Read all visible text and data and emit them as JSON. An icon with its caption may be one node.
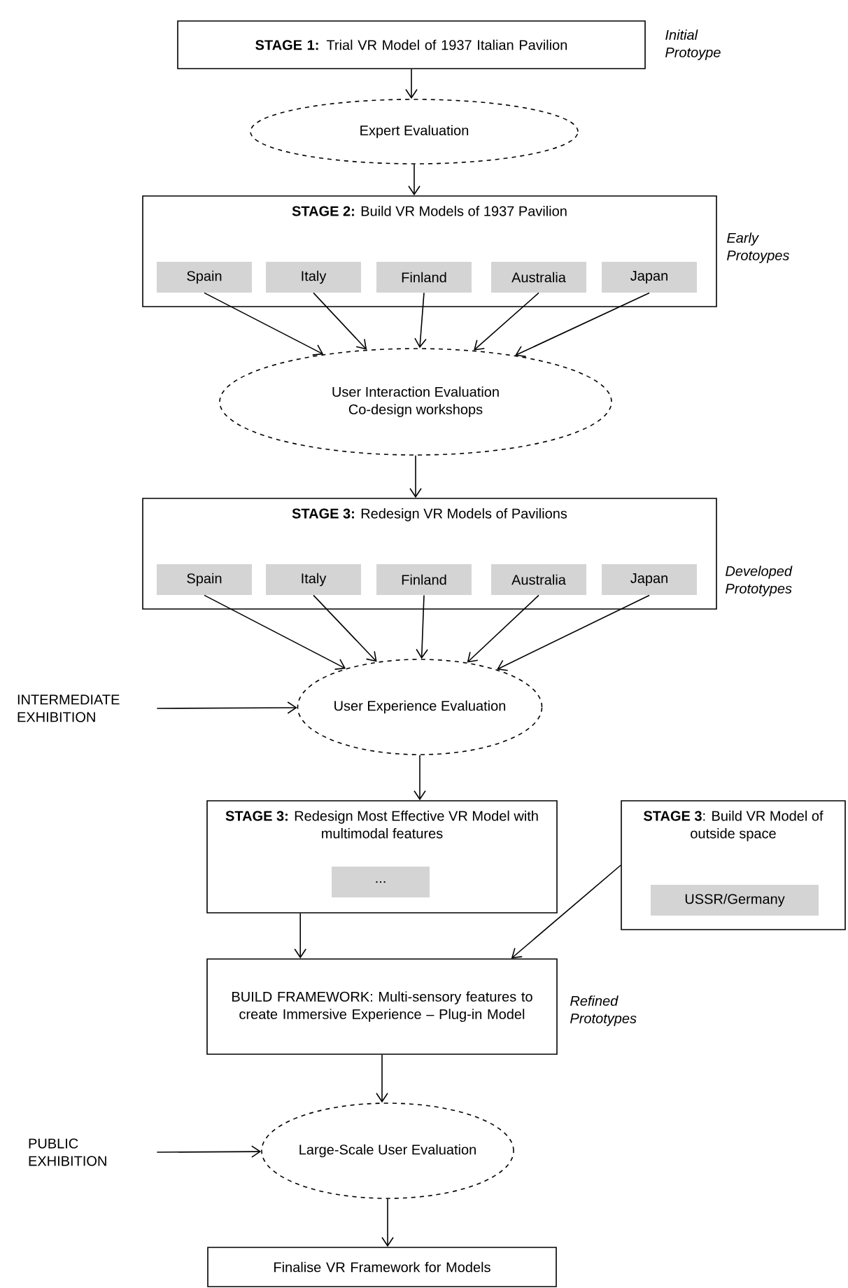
{
  "diagram": {
    "nodes": [
      {
        "text": [
          "**STAGE 1:** Trial VR Model of 1937 Italian Pavilion"
        ],
        "beside": [
          "Initial Protoype"
        ]
      },
      {
        "text": [
          "Expert Evaluation"
        ]
      },
      {
        "text": [
          "**STAGE 2:** Build VR Models of 1937 Pavilion"
        ],
        "beside": [
          "Early Protoypes"
        ]
      },
      {
        "text": [
          "Spain"
        ],
        "in": 2
      },
      {
        "text": [
          "Italy"
        ],
        "in": 2
      },
      {
        "text": [
          "Finland"
        ],
        "in": 2
      },
      {
        "text": [
          "Australia"
        ],
        "in": 2
      },
      {
        "text": [
          "Japan"
        ],
        "in": 2
      },
      {
        "text": [
          "User Interaction Evaluation",
          "Co-design workshops"
        ]
      },
      {
        "text": [
          "**STAGE 3:** Redesign VR Models of Pavilions"
        ],
        "beside": [
          "Developed Prototypes"
        ]
      },
      {
        "text": [
          "Spain"
        ],
        "in": 9
      },
      {
        "text": [
          "Italy"
        ],
        "in": 9
      },
      {
        "text": [
          "Finland"
        ],
        "in": 9
      },
      {
        "text": [
          "Australia"
        ],
        "in": 9
      },
      {
        "text": [
          "Japan"
        ],
        "in": 9
      },
      {
        "text": [
          "User Experience Evaluation"
        ]
      },
      {
        "text": [
          "INTERMEDIATE EXHIBITION"
        ]
      },
      {
        "text": [
          "**STAGE 3:** Redesign Most Effective VR Model with multimodal features"
        ]
      },
      {
        "text": [
          "..."
        ],
        "in": 17
      },
      {
        "text": [
          "**STAGE 3**: Build VR Model of outside space"
        ]
      },
      {
        "text": [
          "USSR/Germany"
        ],
        "in": 19
      },
      {
        "text": [
          "BUILD FRAMEWORK: Multi-sensory features to create Immersive Experience – Plug-in Model"
        ],
        "beside": [
          "Refined Prototypes"
        ]
      },
      {
        "text": [
          "Large-Scale User Evaluation"
        ]
      },
      {
        "text": [
          "PUBLIC EXHIBITION"
        ]
      },
      {
        "text": [
          "Finalise VR Framework for Models"
        ]
      }
    ],
    "edges": [
      {
        "from": 0,
        "to": 1,
        "arrow": "to"
      },
      {
        "from": 1,
        "to": 2,
        "arrow": "to"
      },
      {
        "from": 3,
        "to": 8,
        "arrow": "to"
      },
      {
        "from": 4,
        "to": 8,
        "arrow": "to"
      },
      {
        "from": 5,
        "to": 8,
        "arrow": "to"
      },
      {
        "from": 6,
        "to": 8,
        "arrow": "to"
      },
      {
        "from": 7,
        "to": 8,
        "arrow": "to"
      },
      {
        "from": 8,
        "to": 9,
        "arrow": "to"
      },
      {
        "from": 10,
        "to": 15,
        "arrow": "to"
      },
      {
        "from": 11,
        "to": 15,
        "arrow": "to"
      },
      {
        "from": 12,
        "to": 15,
        "arrow": "to"
      },
      {
        "from": 13,
        "to": 15,
        "arrow": "to"
      },
      {
        "from": 14,
        "to": 15,
        "arrow": "to"
      },
      {
        "from": 16,
        "to": 15,
        "arrow": "to"
      },
      {
        "from": 15,
        "to": 17,
        "arrow": "to"
      },
      {
        "from": 17,
        "to": 21,
        "arrow": "to"
      },
      {
        "from": 19,
        "to": 21,
        "arrow": "to"
      },
      {
        "from": 21,
        "to": 22,
        "arrow": "to"
      },
      {
        "from": 23,
        "to": 22,
        "arrow": "to"
      },
      {
        "from": 22,
        "to": 24,
        "arrow": "to"
      }
    ]
  }
}
